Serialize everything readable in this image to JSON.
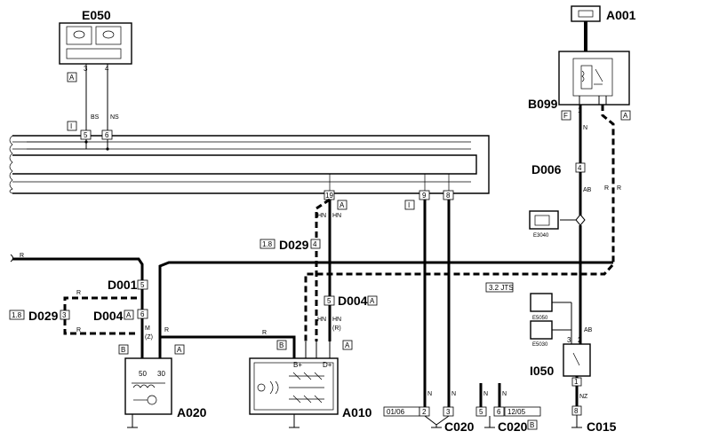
{
  "components": {
    "e050": "E050",
    "a001": "A001",
    "b099": "B099",
    "d006": "D006",
    "d029_top": "D029",
    "d029_left": "D029",
    "d001": "D001",
    "d004_left": "D004",
    "d004_right": "D004",
    "a020": "A020",
    "a010": "A010",
    "i050": "I050",
    "c020_a": "C020",
    "c020_b": "C020",
    "c015": "C015",
    "e3040": "E3040",
    "e5050": "E5050",
    "e5030": "E5030"
  },
  "variants": {
    "v18_top": "1.8",
    "v18_left": "1.8",
    "jts": "3.2 JTS",
    "date_0106": "01/06",
    "date_1205": "12/05"
  },
  "tags": {
    "A": "A",
    "B": "B",
    "F": "F",
    "I": "I"
  },
  "pins": {
    "p1": "1",
    "p2": "2",
    "p3": "3",
    "p4": "4",
    "p5": "5",
    "p6": "6",
    "p8": "8",
    "p9": "9",
    "p19": "19",
    "p30": "30",
    "p50": "50"
  },
  "wires": {
    "bs": "BS",
    "ns": "NS",
    "n": "N",
    "ab": "AB",
    "r": "R",
    "hn": "HN",
    "m": "M",
    "z": "(Z)",
    "rp": "(R)",
    "nz": "NZ"
  },
  "terminals": {
    "bplus": "B+",
    "dplus": "D+"
  }
}
